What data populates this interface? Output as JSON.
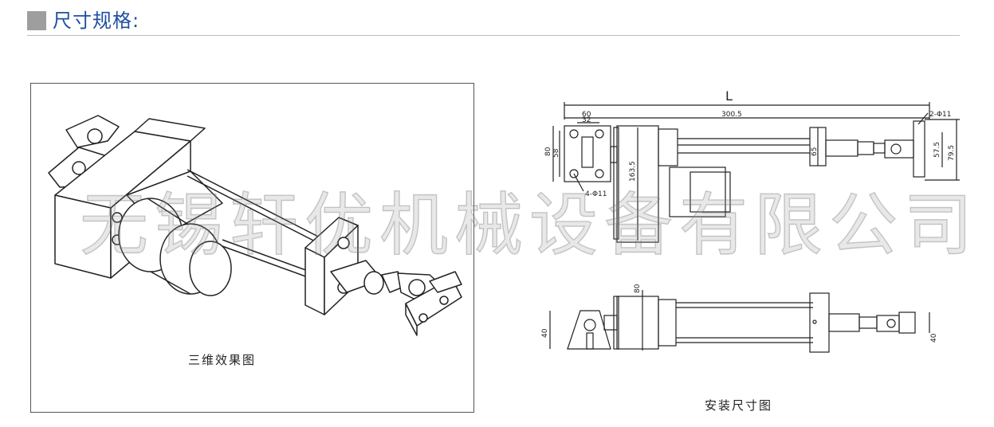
{
  "header": {
    "title": "尺寸规格:"
  },
  "panel_3d": {
    "caption": "三维效果图"
  },
  "dimension_drawing": {
    "caption": "安装尺寸图",
    "labels": {
      "L": "L",
      "d60": "60",
      "d32": "32",
      "d300_5": "300.5",
      "d2phi11": "2-Φ11",
      "d80": "80",
      "d58": "58",
      "d163_5": "163.5",
      "d65": "65",
      "d57_5": "57.5",
      "d79_5": "79.5",
      "d4phi11": "4-Φ11",
      "d80b": "80",
      "d40a": "40",
      "d40b": "40"
    }
  },
  "watermark": {
    "text": "无锡轩优机械设备有限公司"
  },
  "colors": {
    "title": "#1f4fa3",
    "square": "#9e9e9e",
    "line": "#222222"
  }
}
